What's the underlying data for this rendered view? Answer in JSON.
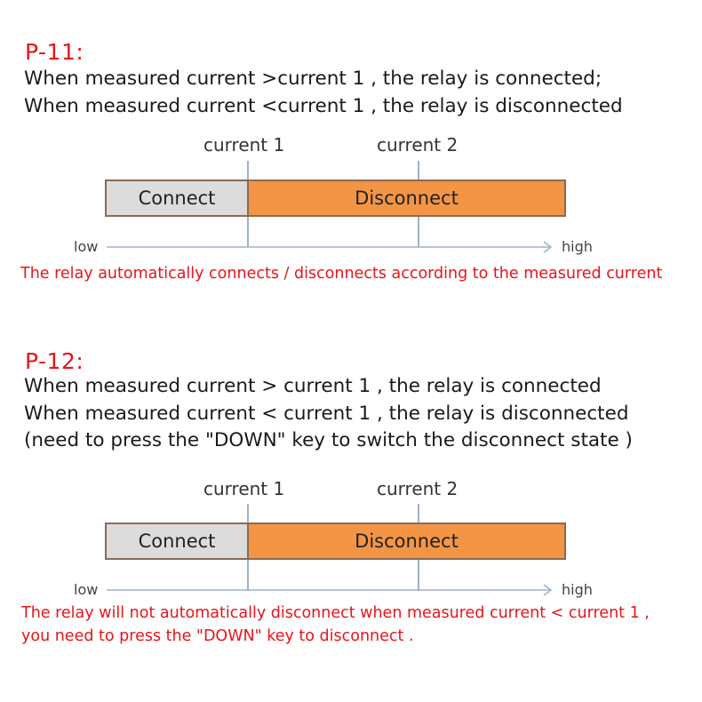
{
  "p11": {
    "title": "P-11:",
    "lines": [
      "When measured current >current 1 , the relay is connected;",
      "When measured current <current 1 , the relay is disconnected"
    ],
    "current1": "current 1",
    "current2": "current 2",
    "connect": "Connect",
    "disconnect": "Disconnect",
    "low": "low",
    "high": "high",
    "note": [
      "The relay automatically connects / disconnects according to the measured current"
    ]
  },
  "p12": {
    "title": "P-12:",
    "lines": [
      "When measured current > current 1 , the relay is connected",
      "When measured current < current 1 , the relay is disconnected",
      "(need to press the \"DOWN\" key to switch the disconnect state )"
    ],
    "current1": "current 1",
    "current2": "current 2",
    "connect": "Connect",
    "disconnect": "Disconnect",
    "low": "low",
    "high": "high",
    "note": [
      "The relay will not automatically disconnect when measured current < current 1 ,",
      "you need to press the \"DOWN\" key to disconnect  ."
    ]
  },
  "colors": {
    "title": "#e8141a",
    "connect_fill": "#dcdcdc",
    "disconnect_fill": "#f39544",
    "axis": "#9fb1c6",
    "border": "#8a6a55"
  }
}
